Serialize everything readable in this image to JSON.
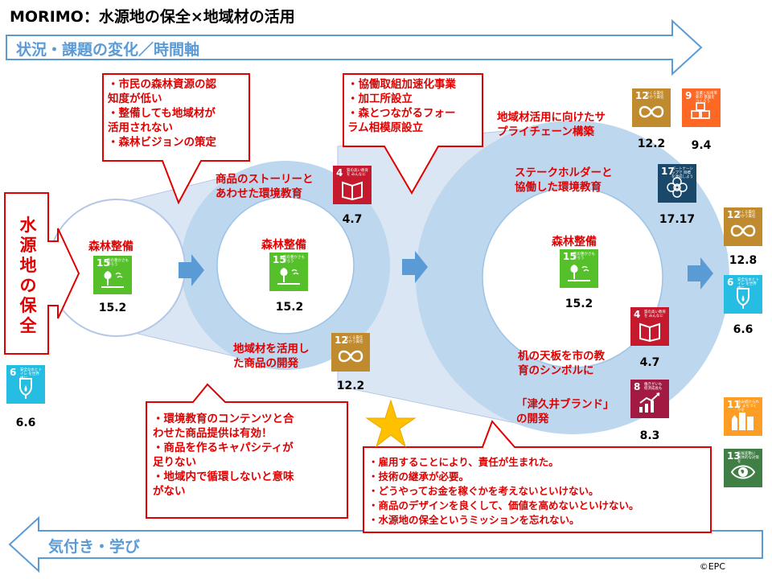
{
  "title": "MORIMO：水源地の保全×地域材の活用",
  "top_arrow_label": "状況・課題の変化／時間軸",
  "bottom_arrow_label": "気付き・学び",
  "vertical_label": [
    "水",
    "源",
    "地",
    "の",
    "保",
    "全"
  ],
  "callouts": {
    "top_left": "・市民の森林資源の認\n知度が低い\n・整備しても地域材が\n活用されない\n・森林ビジョンの策定",
    "top_middle": "・協働取組加速化事業\n・加工所設立\n・森とつながるフォー\nラム相模原設立",
    "bottom_left": "・環境教育のコンテンツと合\nわせた商品提供は有効！\n・商品を作るキャパシティが\n足りない\n・地域内で循環しないと意味\nがない",
    "bottom_right": "・雇用することにより、責任が生まれた。\n・技術の継承が必要。\n・どうやってお金を稼ぐかを考えないといけない。\n・商品のデザインを良くして、価値を高めないといけない。\n・水源地の保全というミッションを忘れない。"
  },
  "labels": {
    "forest1": "森林整備",
    "forest2": "森林整備",
    "forest3": "森林整備",
    "story_education": "商品のストーリーと\nあわせた環境教育",
    "local_wood_products": "地域材を活用し\nた商品の開発",
    "supply_chain": "地域材活用に向けたサ\nプライチェーン構築",
    "stakeholder_education": "ステークホルダーと\n協働した環境教育",
    "desk_symbol": "机の天板を市の教\n育のシンボルに",
    "tsukui_brand": "「津久井ブランド」\nの開発"
  },
  "targets": {
    "t15_1": "15.2",
    "t15_2": "15.2",
    "t15_3": "15.2",
    "t4_1": "4.7",
    "t12_1": "12.2",
    "t12_2": "12.2",
    "t9": "9.4",
    "t17": "17.17",
    "t12_3": "12.8",
    "t6_right": "6.6",
    "t4_2": "4.7",
    "t8": "8.3",
    "t6_left": "6.6"
  },
  "sdg": {
    "g15": {
      "num": "15",
      "text": "陸の豊かさも\n守ろう",
      "color": "#56c02b"
    },
    "g4": {
      "num": "4",
      "text": "質の高い教育を\nみんなに",
      "color": "#c5192d"
    },
    "g12": {
      "num": "12",
      "text": "つくる責任\nつかう責任",
      "color": "#bf8b2e"
    },
    "g9": {
      "num": "9",
      "text": "産業と技術革新の\n基盤をつくろう",
      "color": "#fd6925"
    },
    "g17": {
      "num": "17",
      "text": "パートナーシップで\n目標を達成しよう",
      "color": "#19486a"
    },
    "g6": {
      "num": "6",
      "text": "安全な水とトイレ\nを世界中に",
      "color": "#26bde2"
    },
    "g8": {
      "num": "8",
      "text": "働きがいも\n経済成長も",
      "color": "#a21942"
    },
    "g11": {
      "num": "11",
      "text": "住み続けられる\nまちづくりを",
      "color": "#fd9d24"
    },
    "g13": {
      "num": "13",
      "text": "気候変動に\n具体的な対策を",
      "color": "#3f7e44"
    }
  },
  "copyright": "©EPC"
}
